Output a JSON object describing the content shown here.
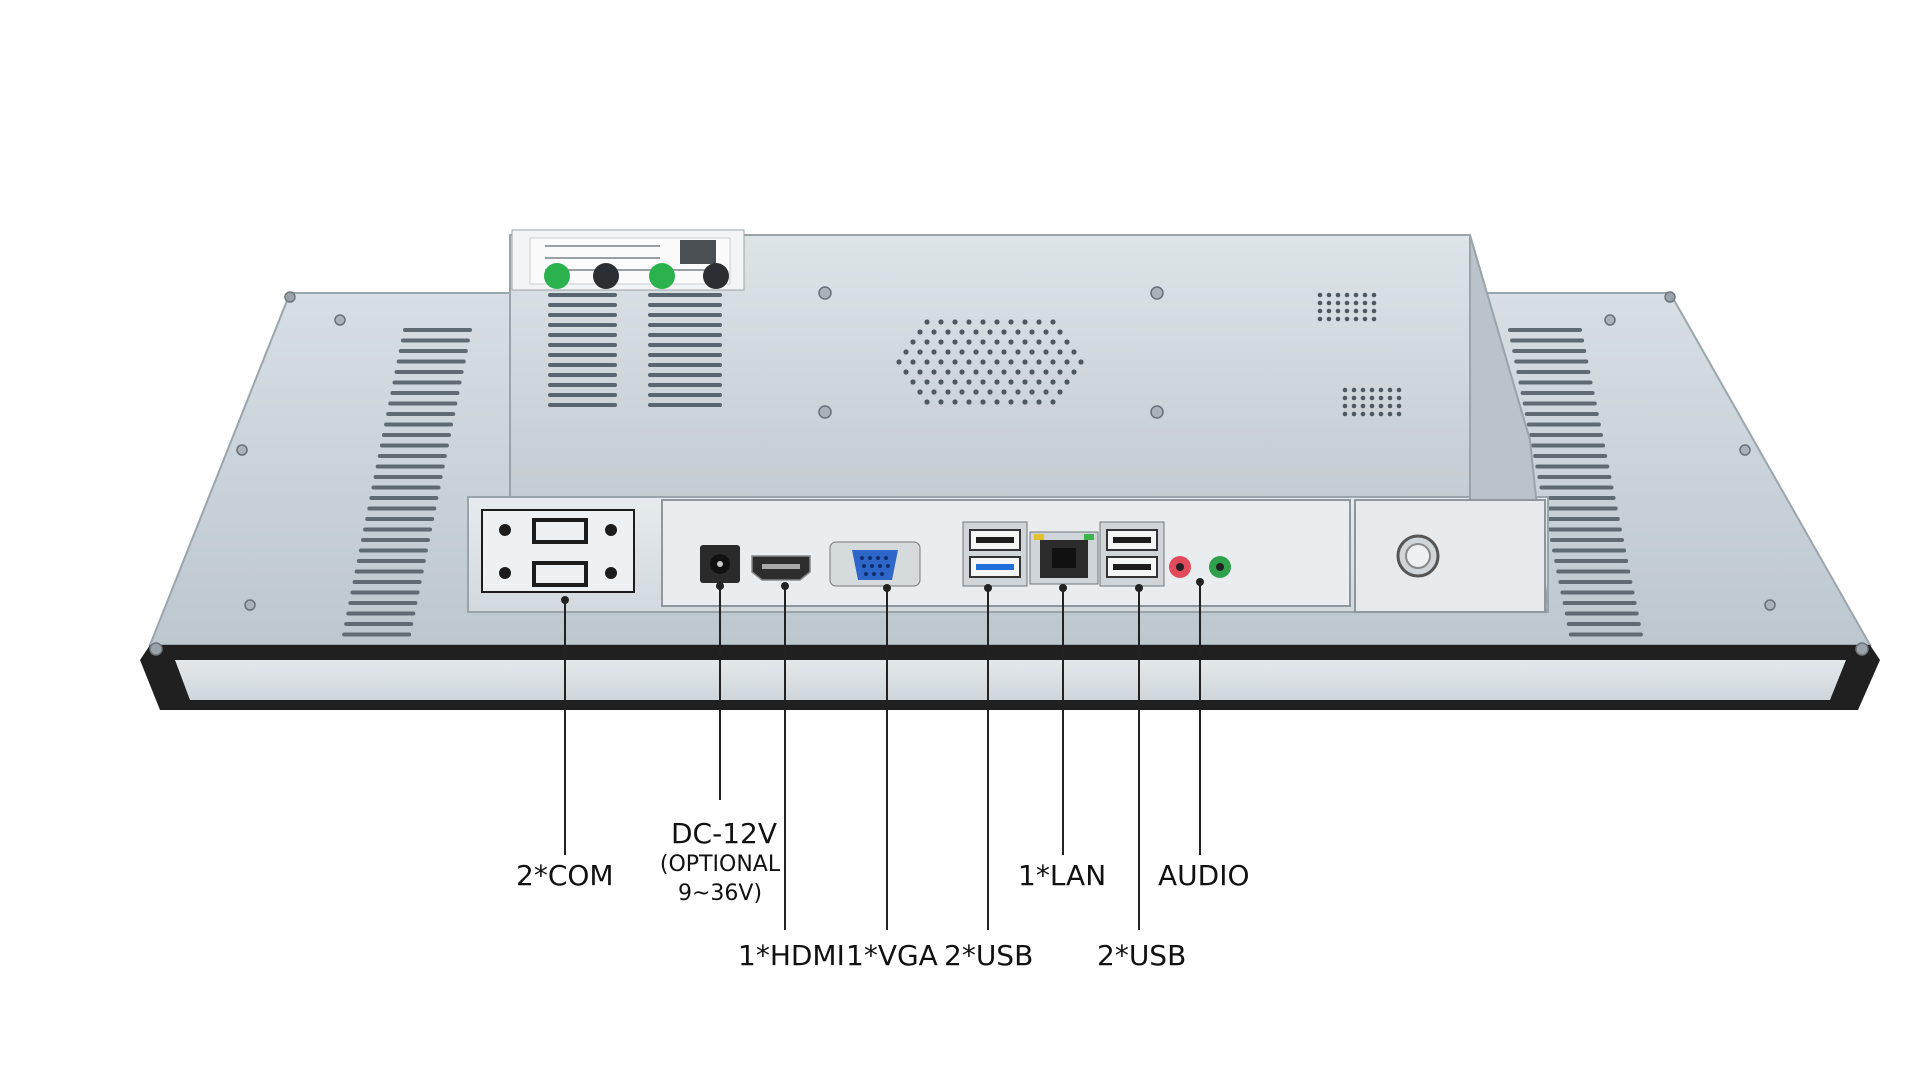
{
  "callouts": {
    "com": "2*COM",
    "dc_power": "DC-12V",
    "dc_optional_line1": "(OPTIONAL",
    "dc_optional_line2": "9~36V)",
    "hdmi": "1*HDMI",
    "vga": "1*VGA",
    "usb_left": "2*USB",
    "lan": "1*LAN",
    "usb_right": "2*USB",
    "audio": "AUDIO"
  },
  "colors": {
    "chassis": "#c9d2d8",
    "panel_edge": "#1c1c1c",
    "callout_line": "#222222",
    "usb3_blue": "#1e6fd9",
    "vga_blue": "#2e67c9",
    "audio_pink": "#e04a5b",
    "audio_green": "#2fa04c",
    "label_green": "#2bb24c"
  }
}
